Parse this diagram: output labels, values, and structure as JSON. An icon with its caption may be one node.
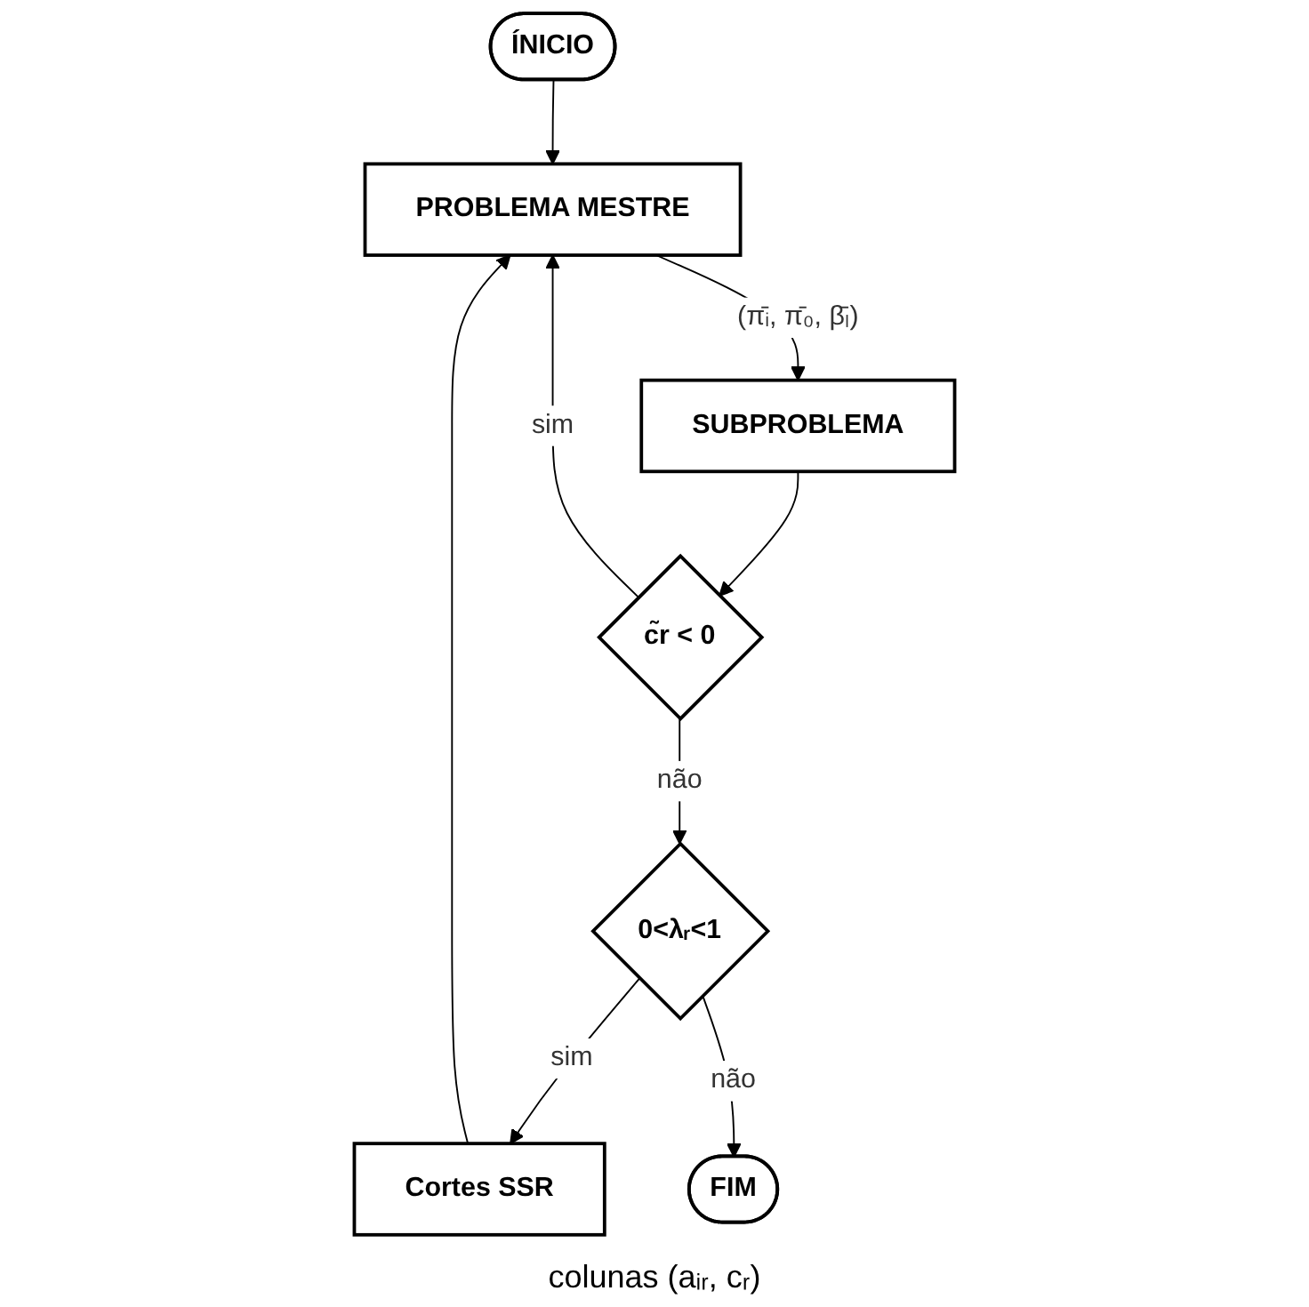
{
  "diagram": {
    "nodes": [
      {
        "text": [
          "ÍNICIO"
        ]
      },
      {
        "text": [
          "PROBLEMA MESTRE"
        ]
      },
      {
        "text": [
          "SUBPROBLEMA"
        ]
      },
      {
        "text": [
          "c̃r < 0"
        ]
      },
      {
        "text": [
          "0<λᵣ<1"
        ]
      },
      {
        "text": [
          "Cortes SSR"
        ]
      },
      {
        "text": [
          "FIM"
        ]
      }
    ],
    "edges": [
      {
        "from": 0,
        "to": 1,
        "arrow": "to"
      },
      {
        "from": 1,
        "to": 2,
        "arrow": "to",
        "label": "(π̄ᵢ, π̄₀, β̄ₗ)"
      },
      {
        "from": 2,
        "to": 3,
        "arrow": "to"
      },
      {
        "from": 3,
        "to": 1,
        "arrow": "to",
        "label": "sim"
      },
      {
        "from": 3,
        "to": 4,
        "arrow": "to",
        "label": "não"
      },
      {
        "from": 4,
        "to": 5,
        "arrow": "to",
        "label": "sim"
      },
      {
        "from": 5,
        "to": 1,
        "arrow": "to"
      },
      {
        "from": 4,
        "to": 6,
        "arrow": "to",
        "label": "não"
      }
    ],
    "labels": [
      "colunas (aᵢᵣ, cᵣ)"
    ]
  }
}
